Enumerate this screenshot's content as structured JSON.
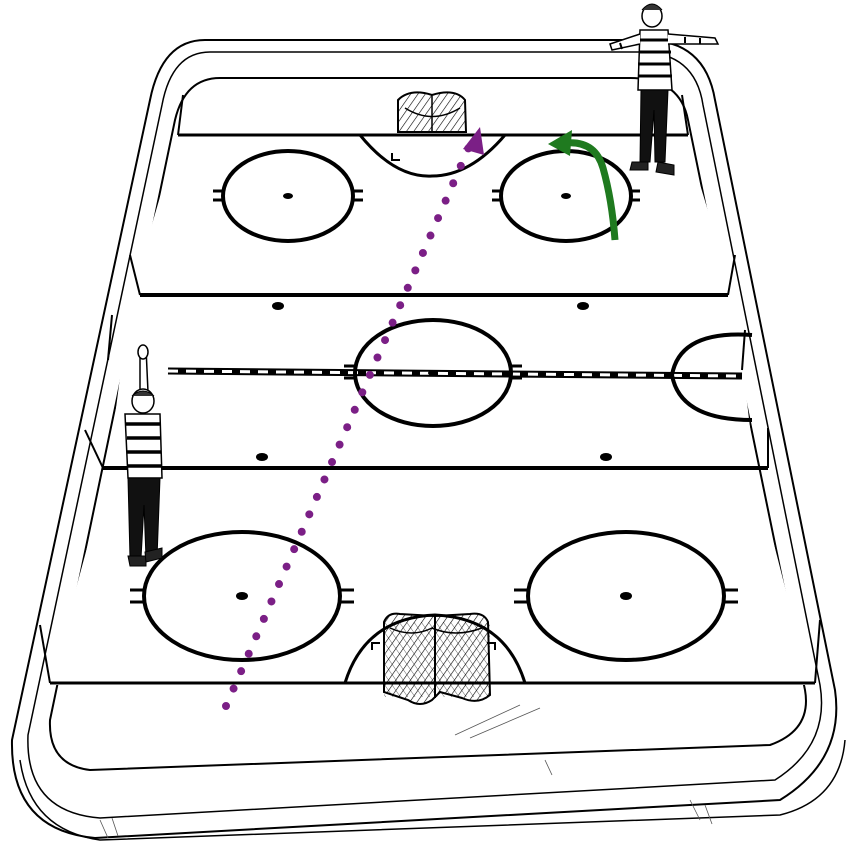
{
  "scene": {
    "subject": "hockey-rink-perspective",
    "colors": {
      "background": "#ffffff",
      "ink": "#000000",
      "puck_path": "#7b1f86",
      "player_path": "#1f7a1f",
      "referee_shirt_stripe": "#111111"
    },
    "icons": {
      "far_referee": "referee-pointing-icon",
      "near_referee": "referee-arm-raised-icon",
      "far_goal": "goal-net-icon",
      "near_goal": "goal-net-icon"
    },
    "annotations": {
      "puck_path_style": "dotted",
      "player_path_style": "solid-curved"
    }
  }
}
